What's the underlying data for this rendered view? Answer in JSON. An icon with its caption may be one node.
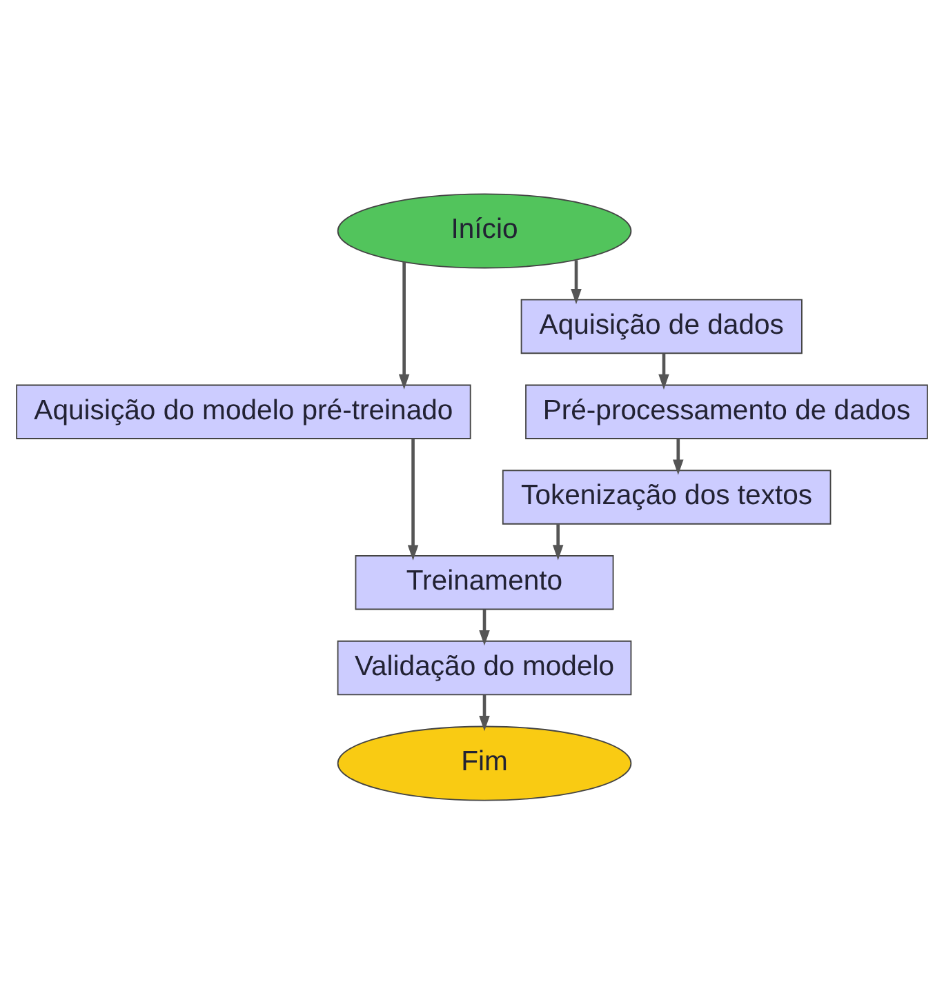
{
  "diagram": {
    "nodes": [
      {
        "text": [
          "Início"
        ]
      },
      {
        "text": [
          "Aquisição do modelo pré-treinado"
        ]
      },
      {
        "text": [
          "Aquisição de dados"
        ]
      },
      {
        "text": [
          "Pré-processamento de dados"
        ]
      },
      {
        "text": [
          "Tokenização dos textos"
        ]
      },
      {
        "text": [
          "Treinamento"
        ]
      },
      {
        "text": [
          "Validação do modelo"
        ]
      },
      {
        "text": [
          "Fim"
        ]
      }
    ],
    "edges": [
      {
        "from": 0,
        "to": 1,
        "arrow": "to"
      },
      {
        "from": 0,
        "to": 2,
        "arrow": "to"
      },
      {
        "from": 2,
        "to": 3,
        "arrow": "to"
      },
      {
        "from": 3,
        "to": 4,
        "arrow": "to"
      },
      {
        "from": 1,
        "to": 5,
        "arrow": "to"
      },
      {
        "from": 4,
        "to": 5,
        "arrow": "to"
      },
      {
        "from": 5,
        "to": 6,
        "arrow": "to"
      },
      {
        "from": 6,
        "to": 7,
        "arrow": "to"
      }
    ]
  }
}
